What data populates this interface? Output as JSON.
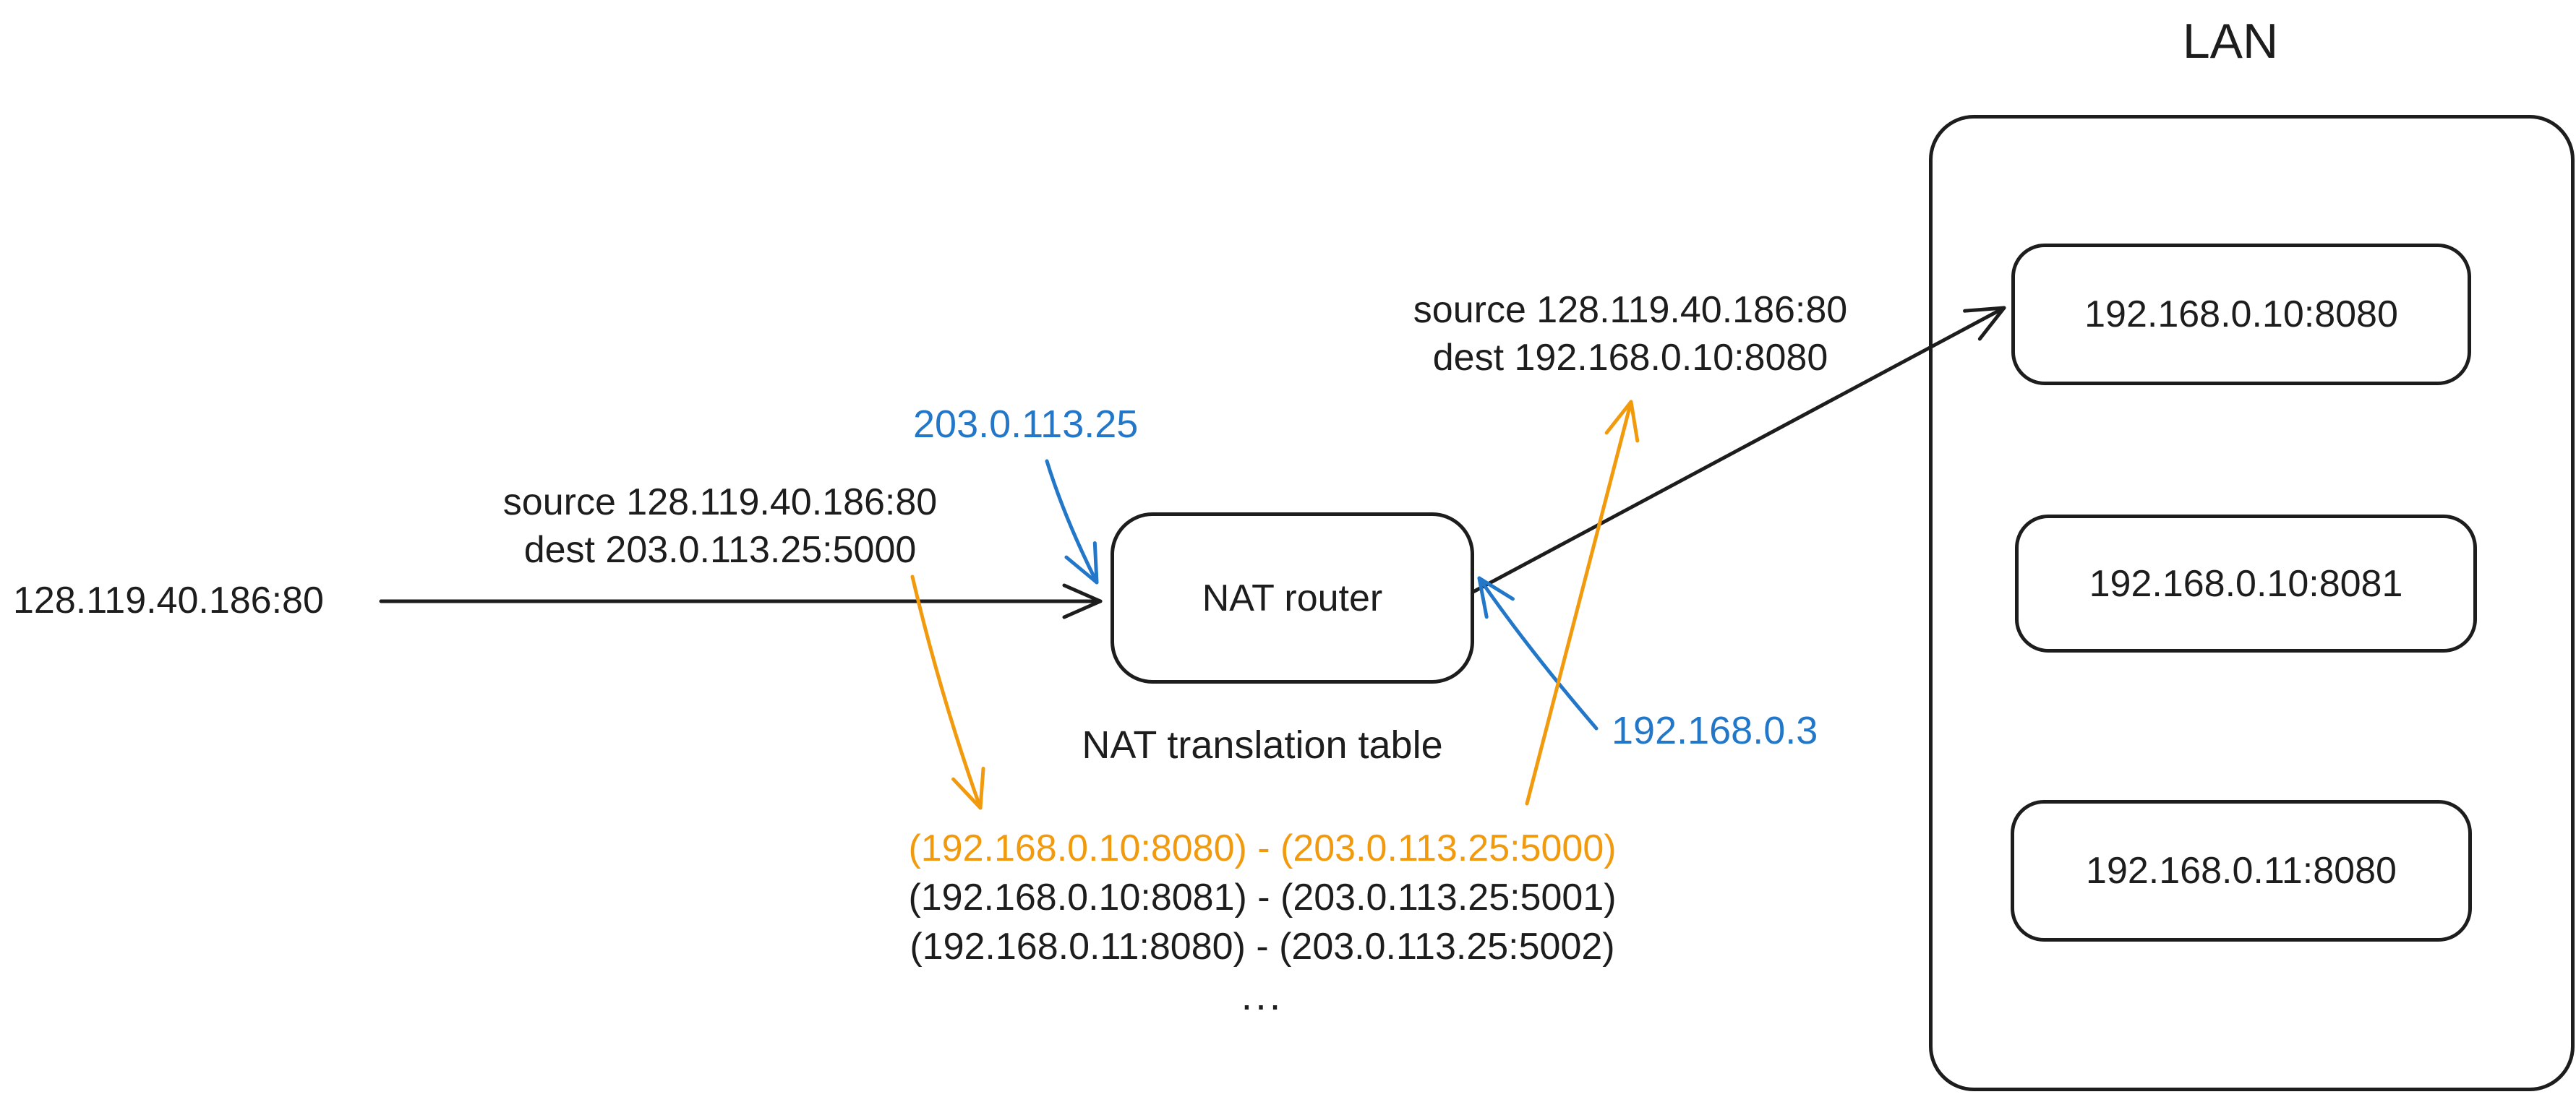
{
  "diagram": {
    "wan_host_label": "128.119.40.186:80",
    "packet_in": {
      "line1": "source 128.119.40.186:80",
      "line2": "dest 203.0.113.25:5000"
    },
    "packet_out": {
      "line1": "source 128.119.40.186:80",
      "line2": "dest 192.168.0.10:8080"
    },
    "router": {
      "label": "NAT router",
      "public_ip": "203.0.113.25",
      "private_ip": "192.168.0.3"
    },
    "nat_table": {
      "title": "NAT translation table",
      "rows": [
        {
          "text": "(192.168.0.10:8080) - (203.0.113.25:5000)",
          "highlighted": true
        },
        {
          "text": "(192.168.0.10:8081) - (203.0.113.25:5001)",
          "highlighted": false
        },
        {
          "text": "(192.168.0.11:8080) - (203.0.113.25:5002)",
          "highlighted": false
        }
      ],
      "ellipsis": "..."
    },
    "lan": {
      "title": "LAN",
      "hosts": [
        "192.168.0.10:8080",
        "192.168.0.10:8081",
        "192.168.0.11:8080"
      ]
    },
    "colors": {
      "ink": "#1d1d1d",
      "accent_blue": "#2277c9",
      "accent_orange": "#f29a0d",
      "background": "#ffffff"
    }
  }
}
